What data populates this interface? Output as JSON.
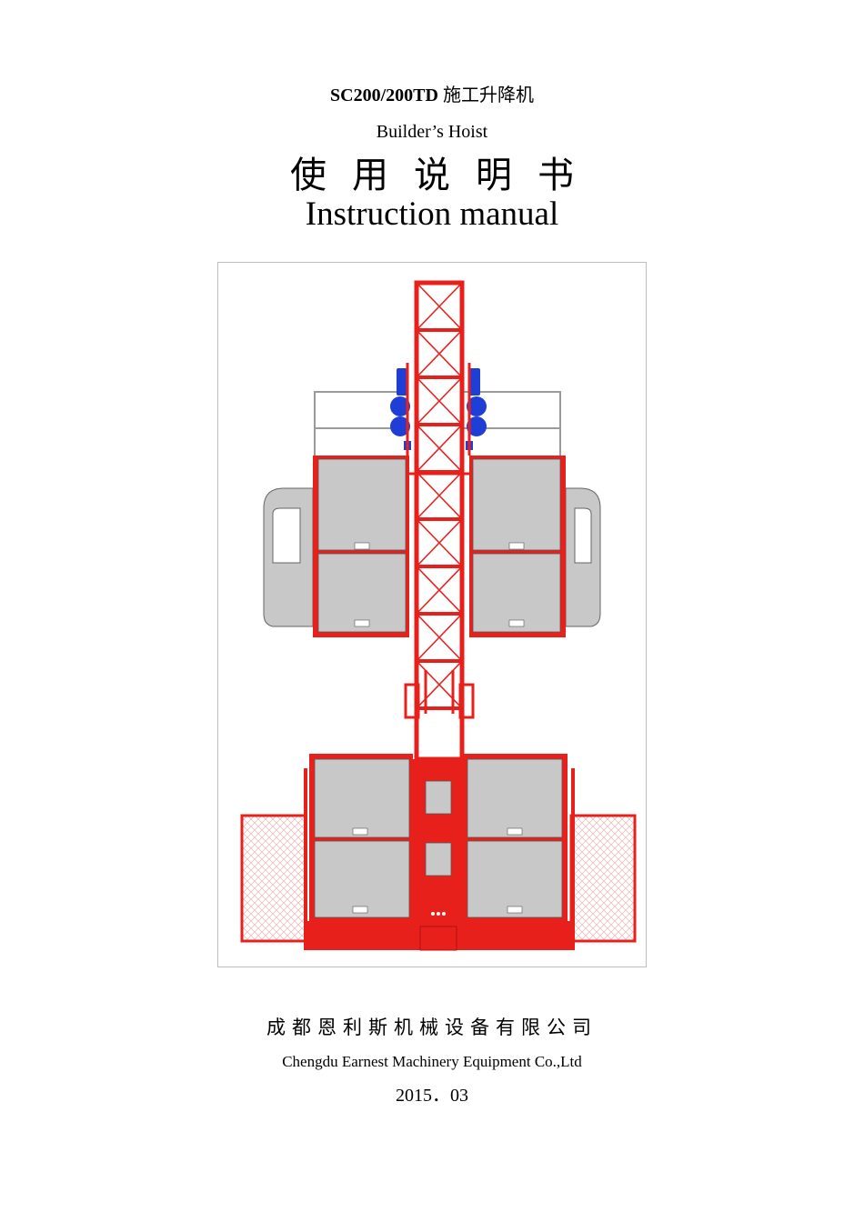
{
  "cover": {
    "model": "SC200/200TD",
    "model_cn": "施工升降机",
    "subtitle_en": "Builder’s Hoist",
    "title_cn": "使用说明书",
    "title_en": "Instruction manual",
    "company_cn": "成都恩利斯机械设备有限公司",
    "company_en": "Chengdu Earnest Machinery Equipment Co.,Ltd",
    "date": "2015．03"
  },
  "colors": {
    "frame_red": "#e8201c",
    "cage_gray": "#c8c8c8",
    "motor_blue": "#1f3ed6",
    "border": "#bdbdbd"
  }
}
